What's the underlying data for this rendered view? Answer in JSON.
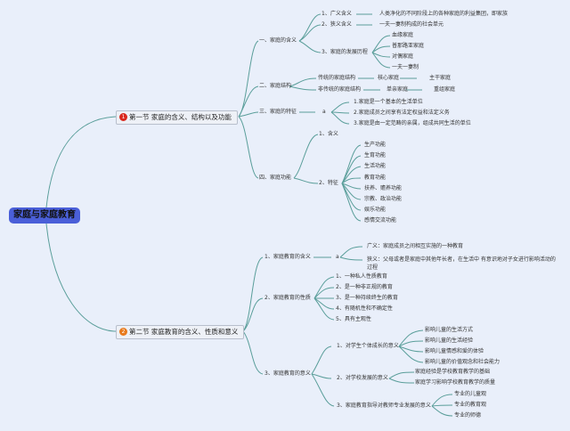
{
  "root": "家庭与家庭教育",
  "colors": {
    "root_bg": "#4a5fd8",
    "badge1": "#d9281e",
    "badge2": "#e87a1d",
    "line": "#5a9e9a",
    "background": "#e9effa"
  },
  "sections": [
    {
      "badge": "1",
      "title": "第一节 家庭的含义、结构以及功能",
      "branches": {
        "meaning": {
          "label": "一、家庭的含义",
          "broad": {
            "label": "1、广义含义",
            "text": "人类净化的不同阶段上的各种家庭的利益集团，即家族"
          },
          "narrow": {
            "label": "2、狭义含义",
            "text": "一夫一妻制构成的社会单元"
          },
          "history": {
            "label": "3、家庭的发展历程",
            "items": [
              "血缘家庭",
              "普那路亚家庭",
              "对偶家庭",
              "一夫一妻制"
            ]
          }
        },
        "structure": {
          "label": "二、家庭结构",
          "traditional": {
            "label": "传统的家庭结构",
            "items": [
              "核心家庭",
              "主干家庭"
            ]
          },
          "non_traditional": {
            "label": "非传统的家庭结构",
            "items": [
              "单亲家庭",
              "重组家庭"
            ]
          }
        },
        "features": {
          "label": "三、家庭的特征",
          "connector": "a",
          "items": [
            "1.家庭是一个基本的生活单位",
            "2.家庭成员之间享有法定权益和法定义务",
            "3.家庭是由一定范畴的亲属，组成共同生活的单位"
          ]
        },
        "functions": {
          "label": "四、家庭功能",
          "meaning_label": "1、含义",
          "traits_label": "2、特征",
          "traits": [
            "生产功能",
            "生育功能",
            "生活功能",
            "教育功能",
            "扶养、赡养功能",
            "宗教、政治功能",
            "娱乐功能",
            "感情交流功能"
          ]
        }
      }
    },
    {
      "badge": "2",
      "title": "第二节 家庭教育的含义、性质和意义",
      "branches": {
        "meaning": {
          "label": "1、家庭教育的含义",
          "connector": "a",
          "broad": "广义：家庭成员之间相互实施的一种教育",
          "narrow_line1": "狭义：父母或者是家庭中其他年长者，在生活中 有意识地对子女进行影响活动的",
          "narrow_line2": "过程"
        },
        "nature": {
          "label": "2、家庭教育的性质",
          "items": [
            "1、一种私人性质教育",
            "2、是一种非正规的教育",
            "3、是一种持续终生的教育",
            "4、有随机性和不确定性",
            "5、具有主观性"
          ]
        },
        "significance": {
          "label": "3、家庭教育的意义",
          "student": {
            "label": "1、对学生个体成长的意义",
            "items": [
              "影响儿童的生活方式",
              "影响儿童的生活经验",
              "影响儿童情感和爱的体验",
              "影响儿童的价值观念和社会能力"
            ]
          },
          "school": {
            "label": "2、对学校发展的意义",
            "items": [
              "家庭经验是学校教育教学的基础",
              "家庭学习影响学校教育教学的质量"
            ]
          },
          "teacher": {
            "label": "3、家庭教育指导对教师专业发展的意义",
            "items": [
              "专业的儿童观",
              "专业的教育观",
              "专业的师德"
            ]
          }
        }
      }
    }
  ]
}
